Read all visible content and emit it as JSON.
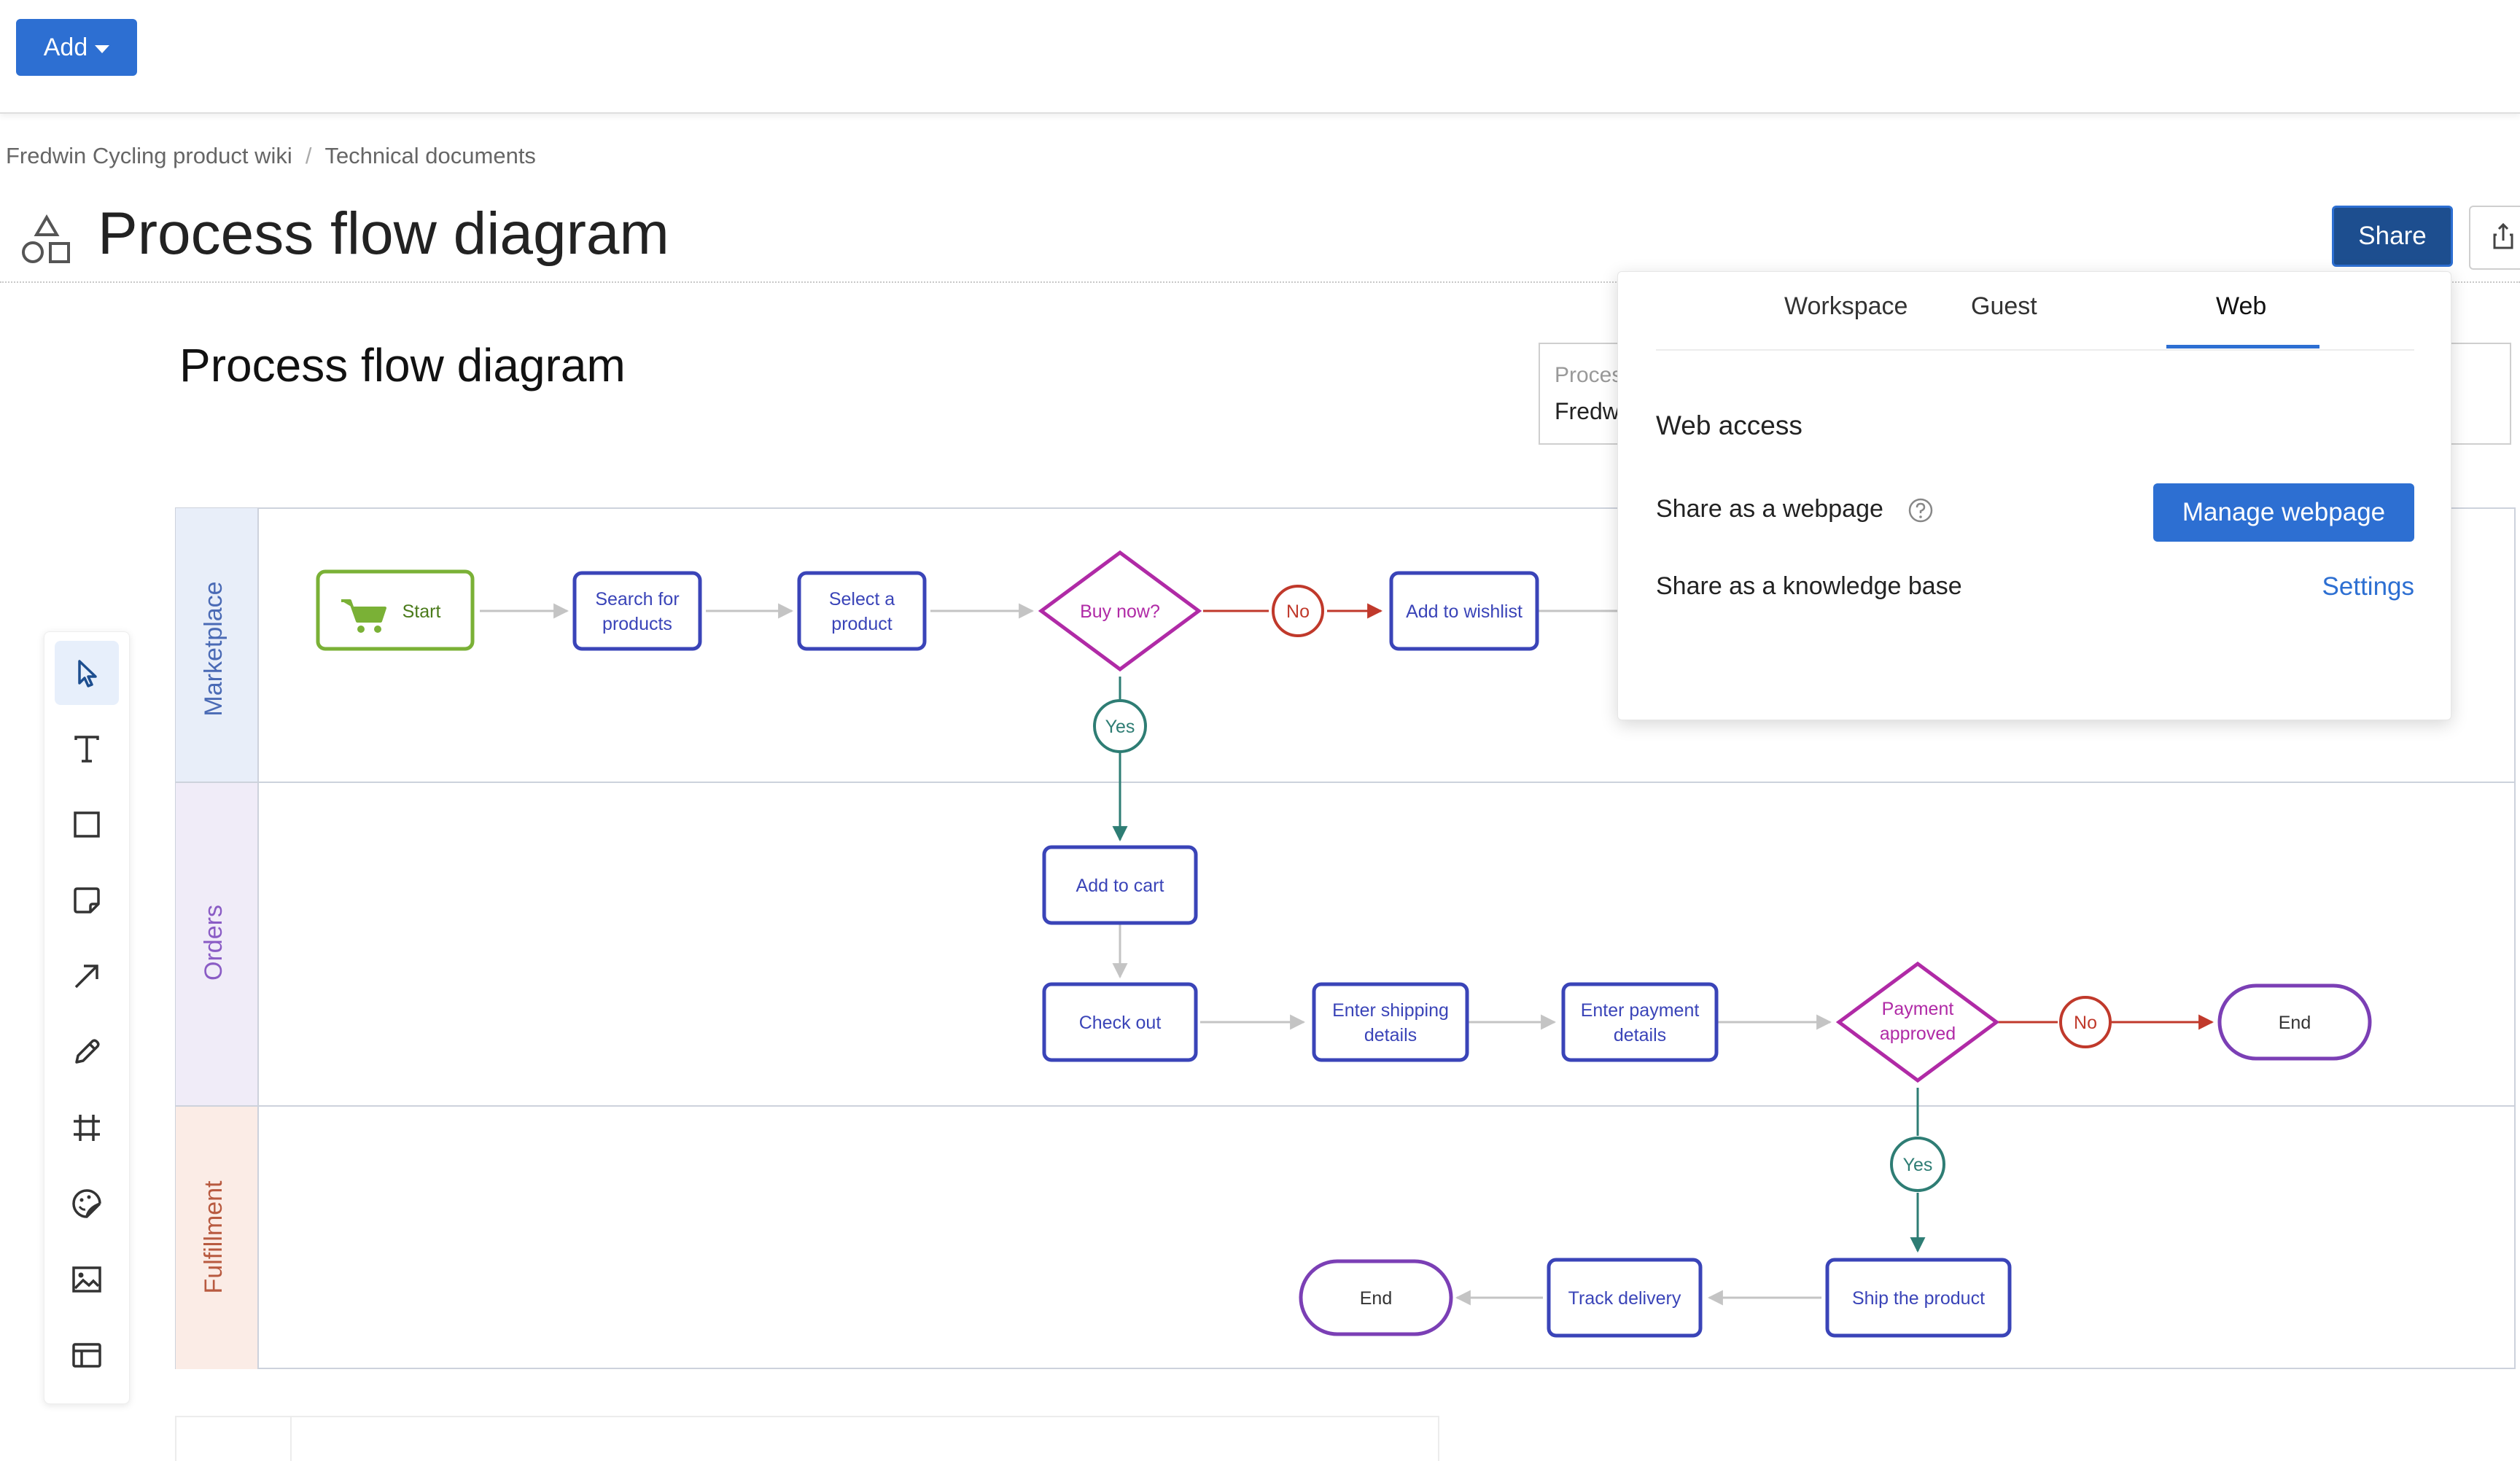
{
  "toolbar": {
    "add_label": "Add"
  },
  "breadcrumb": {
    "items": [
      "Fredwin Cycling product wiki",
      "Technical documents"
    ],
    "separator": "/"
  },
  "header": {
    "title": "Process flow diagram",
    "share_label": "Share",
    "icon": "shapes-icon",
    "export_icon": "export-icon"
  },
  "document": {
    "title": "Process flow diagram",
    "meta": {
      "label": "Proces",
      "value": "Fredw"
    }
  },
  "tools": [
    {
      "name": "select-tool",
      "icon": "cursor-icon",
      "active": true
    },
    {
      "name": "text-tool",
      "icon": "text-icon"
    },
    {
      "name": "rectangle-tool",
      "icon": "square-icon"
    },
    {
      "name": "sticky-note-tool",
      "icon": "sticky-note-icon"
    },
    {
      "name": "arrow-tool",
      "icon": "arrow-icon"
    },
    {
      "name": "pen-tool",
      "icon": "pencil-icon"
    },
    {
      "name": "frame-tool",
      "icon": "frame-icon"
    },
    {
      "name": "sticker-tool",
      "icon": "sticker-icon"
    },
    {
      "name": "image-tool",
      "icon": "image-icon"
    },
    {
      "name": "layout-tool",
      "icon": "layout-icon"
    }
  ],
  "diagram": {
    "lanes": [
      {
        "label": "Marketplace",
        "color": "#4a6ab5",
        "bg": "#e8eef9"
      },
      {
        "label": "Orders",
        "color": "#8a5cc5",
        "bg": "#f0ecf8"
      },
      {
        "label": "Fulfillment",
        "color": "#b85a40",
        "bg": "#fbece6"
      }
    ],
    "nodes": {
      "start": "Start",
      "search": [
        "Search for",
        "products"
      ],
      "select": [
        "Select a",
        "product"
      ],
      "buy_now": "Buy now?",
      "no1": "No",
      "wishlist": "Add to wishlist",
      "yes1": "Yes",
      "add_to_cart": "Add to cart",
      "check_out": "Check out",
      "shipping": [
        "Enter shipping",
        "details"
      ],
      "payment": [
        "Enter payment",
        "details"
      ],
      "payment_approved": [
        "Payment",
        "approved"
      ],
      "no2": "No",
      "end1": "End",
      "yes2": "Yes",
      "ship": "Ship the product",
      "track": "Track delivery",
      "end2": "End"
    },
    "colors": {
      "process": "#3a44b8",
      "decision": "#b02aa6",
      "start": "#7ab136",
      "no": "#c0392b",
      "yes": "#2e7d74",
      "end": "#7b3fb5",
      "connector": "#c4c4c4"
    }
  },
  "share_panel": {
    "tabs": [
      "Workspace",
      "Guest",
      "Web"
    ],
    "active_tab": "Web",
    "heading": "Web access",
    "webpage_label": "Share as a webpage",
    "manage_label": "Manage webpage",
    "kb_label": "Share as a knowledge base",
    "settings_label": "Settings"
  }
}
